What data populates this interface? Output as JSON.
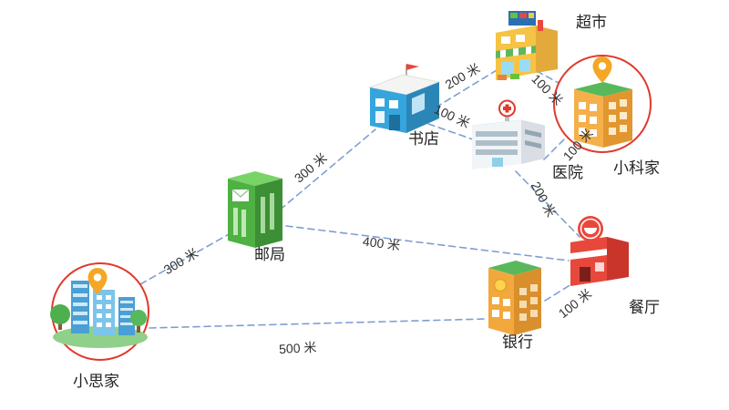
{
  "diagram": {
    "type": "map-distance-diagram",
    "unit": "米",
    "nodes": [
      {
        "id": "supermarket",
        "label": "超市"
      },
      {
        "id": "bookstore",
        "label": "书店"
      },
      {
        "id": "xiaoke-home",
        "label": "小科家",
        "highlighted": true
      },
      {
        "id": "hospital",
        "label": "医院"
      },
      {
        "id": "post-office",
        "label": "邮局"
      },
      {
        "id": "restaurant",
        "label": "餐厅"
      },
      {
        "id": "bank",
        "label": "银行"
      },
      {
        "id": "xiaosi-home",
        "label": "小思家",
        "highlighted": true
      }
    ],
    "edges": [
      {
        "from": "书店",
        "to": "超市",
        "label": "200 米"
      },
      {
        "from": "书店",
        "to": "医院",
        "label": "100 米"
      },
      {
        "from": "超市",
        "to": "小科家",
        "label": "100 米"
      },
      {
        "from": "医院",
        "to": "小科家",
        "label": "100 米"
      },
      {
        "from": "医院",
        "to": "餐厅",
        "label": "200 米"
      },
      {
        "from": "邮局",
        "to": "书店",
        "label": "300 米"
      },
      {
        "from": "邮局",
        "to": "餐厅",
        "label": "400 米"
      },
      {
        "from": "小思家",
        "to": "邮局",
        "label": "300 米"
      },
      {
        "from": "小思家",
        "to": "银行",
        "label": "500 米"
      },
      {
        "from": "银行",
        "to": "餐厅",
        "label": "100 米"
      }
    ],
    "colors": {
      "edge_line": "#7f9fd0",
      "highlight_circle": "#e0392b",
      "location_pin": "#f5a623",
      "edge_label_text": "#333333",
      "node_label_text": "#222222"
    }
  }
}
